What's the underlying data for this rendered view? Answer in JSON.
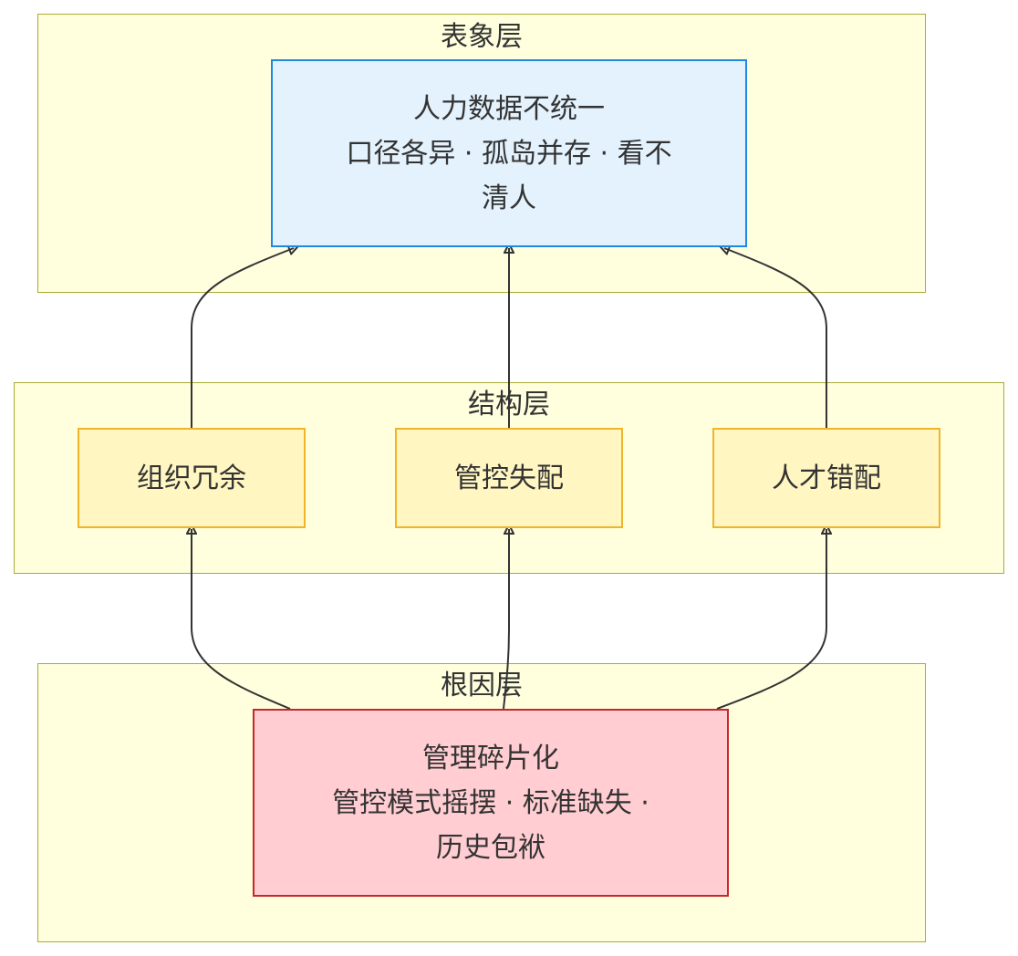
{
  "layers": {
    "surface": {
      "title": "表象层",
      "node": {
        "line1": "人力数据不统一",
        "line2": "口径各异 · 孤岛并存 · 看不",
        "line3": "清人"
      }
    },
    "structure": {
      "title": "结构层",
      "nodes": [
        {
          "label": "组织冗余"
        },
        {
          "label": "管控失配"
        },
        {
          "label": "人才错配"
        }
      ]
    },
    "root": {
      "title": "根因层",
      "node": {
        "line1": "管理碎片化",
        "line2": "管控模式摇摆 · 标准缺失 ·",
        "line3": "历史包袱"
      }
    }
  },
  "edges": [
    {
      "from": "组织冗余",
      "to": "人力数据不统一"
    },
    {
      "from": "管控失配",
      "to": "人力数据不统一"
    },
    {
      "from": "人才错配",
      "to": "人力数据不统一"
    },
    {
      "from": "管理碎片化",
      "to": "组织冗余"
    },
    {
      "from": "管理碎片化",
      "to": "管控失配"
    },
    {
      "from": "管理碎片化",
      "to": "人才错配"
    }
  ],
  "colors": {
    "layer_fill": "#ffffde",
    "layer_border": "#aaaa33",
    "surface_fill": "#e3f2fd",
    "surface_border": "#1e88e5",
    "structure_fill": "#fff6c2",
    "structure_border": "#f0b429",
    "root_fill": "#ffcdd2",
    "root_border": "#c62828",
    "edge": "#333333"
  }
}
